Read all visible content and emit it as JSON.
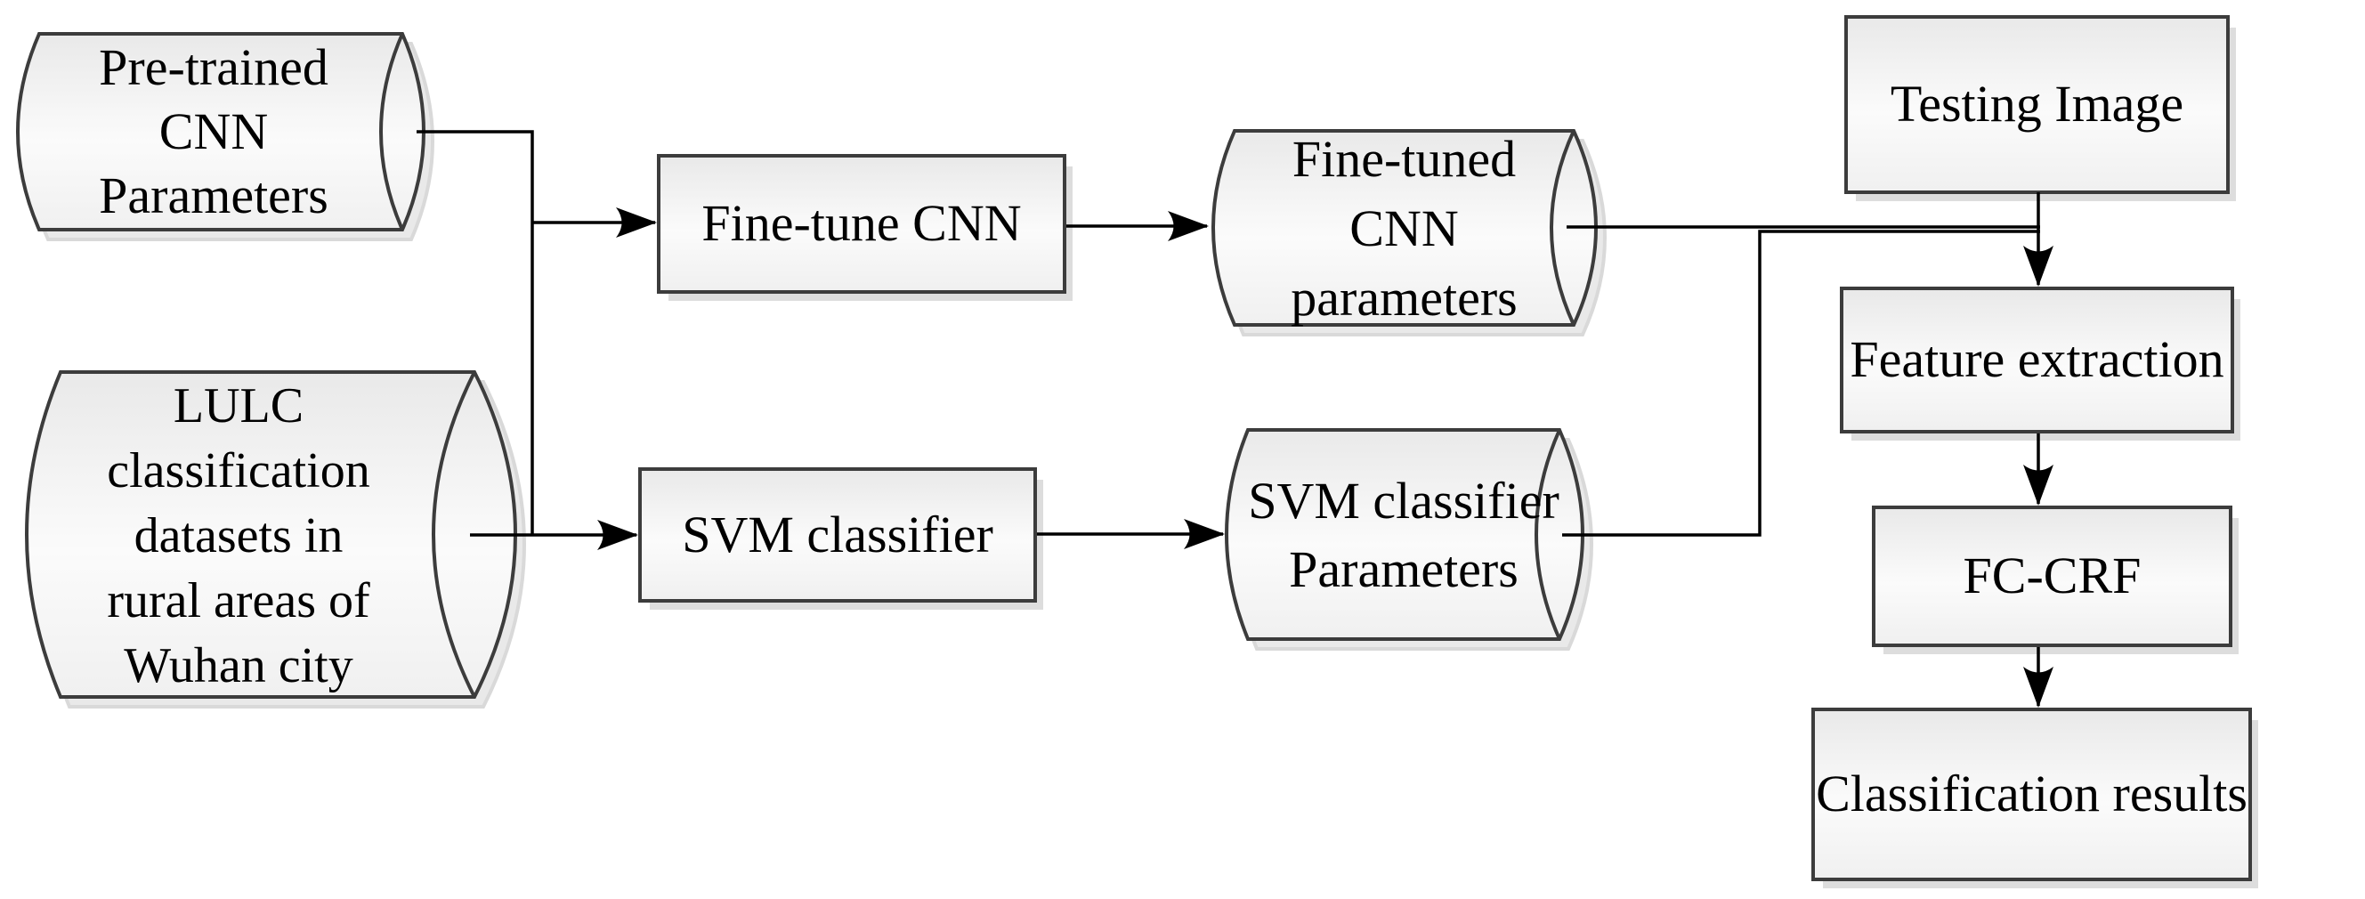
{
  "diagram": {
    "title": "LULC classification workflow",
    "colors": {
      "background": "#ffffff",
      "shape_border": "#3c3c3c",
      "shape_fill_top": "#e9e9e9",
      "shape_fill_mid": "#fbfbfb",
      "shape_fill_bottom": "#f0f0f0",
      "connector": "#000000",
      "shadow": "#dddddd",
      "text": "#000000"
    },
    "nodes": {
      "pretrained_cnn": {
        "type": "cylinder",
        "lines": [
          "Pre-trained",
          "CNN",
          "Parameters"
        ]
      },
      "lulc_datasets": {
        "type": "cylinder",
        "lines": [
          "LULC",
          "classification",
          "datasets in",
          "rural areas of",
          "Wuhan city"
        ]
      },
      "fine_tune_cnn": {
        "type": "process",
        "label": "Fine-tune CNN"
      },
      "fine_tuned_cnn_parameters": {
        "type": "cylinder",
        "lines": [
          "Fine-tuned",
          "CNN",
          "parameters"
        ]
      },
      "svm_classifier": {
        "type": "process",
        "label": "SVM classifier"
      },
      "svm_classifier_parameters": {
        "type": "cylinder",
        "lines": [
          "SVM classifier",
          "Parameters"
        ]
      },
      "testing_image": {
        "type": "process",
        "label": "Testing Image"
      },
      "feature_extraction": {
        "type": "process",
        "label": "Feature extraction"
      },
      "fc_crf": {
        "type": "process",
        "label": "FC-CRF"
      },
      "classification_results": {
        "type": "process",
        "label": "Classification results"
      }
    },
    "edges": [
      {
        "from": "pretrained_cnn",
        "to": "fine_tune_cnn",
        "arrow": true
      },
      {
        "from": "lulc_datasets",
        "to": "fine_tune_cnn",
        "arrow": true
      },
      {
        "from": "pretrained_cnn",
        "to": "svm_classifier",
        "arrow": true
      },
      {
        "from": "lulc_datasets",
        "to": "svm_classifier",
        "arrow": true
      },
      {
        "from": "fine_tune_cnn",
        "to": "fine_tuned_cnn_parameters",
        "arrow": true
      },
      {
        "from": "svm_classifier",
        "to": "svm_classifier_parameters",
        "arrow": true
      },
      {
        "from": "fine_tuned_cnn_parameters",
        "to": "feature_extraction",
        "arrow": true
      },
      {
        "from": "svm_classifier_parameters",
        "to": "feature_extraction",
        "arrow": true
      },
      {
        "from": "testing_image",
        "to": "feature_extraction",
        "arrow": true
      },
      {
        "from": "feature_extraction",
        "to": "fc_crf",
        "arrow": true
      },
      {
        "from": "fc_crf",
        "to": "classification_results",
        "arrow": true
      }
    ]
  }
}
